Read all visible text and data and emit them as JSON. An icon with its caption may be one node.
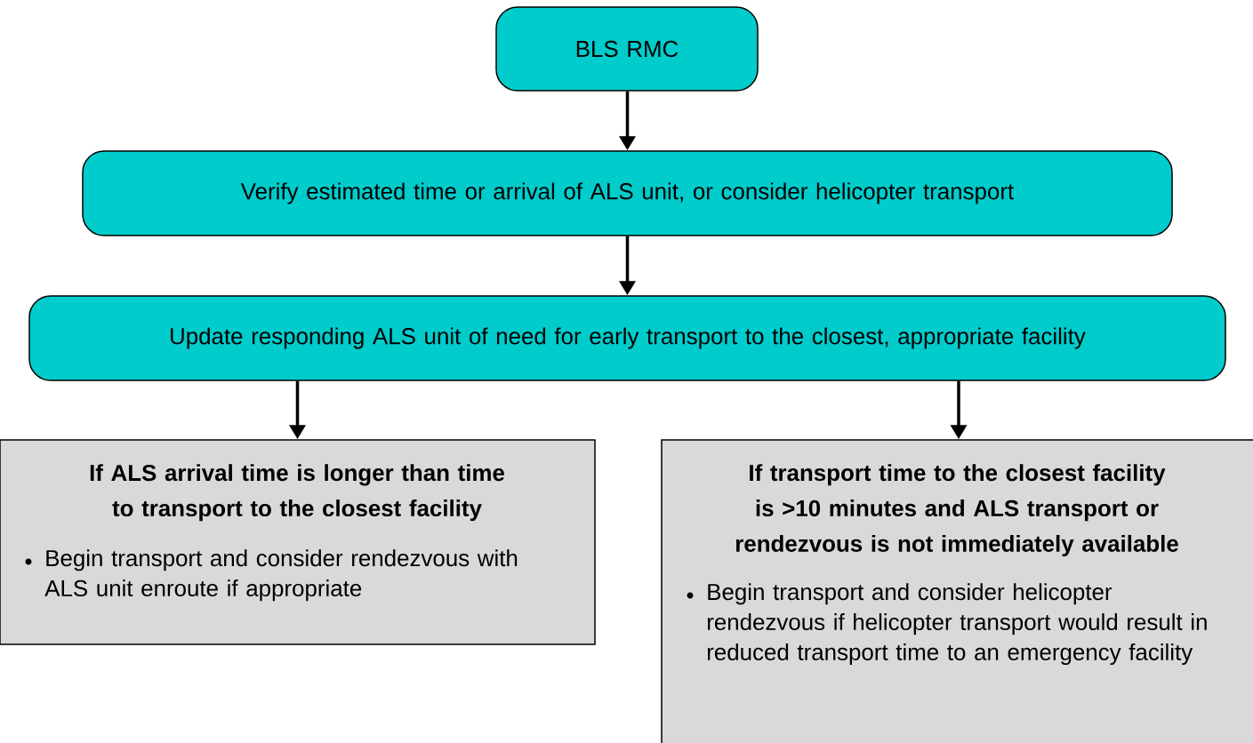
{
  "diagram": {
    "nodes": [
      {
        "text": [
          "BLS RMC"
        ]
      },
      {
        "text": [
          "Verify estimated time or arrival of ALS unit, or consider helicopter transport"
        ]
      },
      {
        "text": [
          "Update responding ALS unit of need for early transport to the closest, appropriate facility"
        ]
      },
      {
        "text": [
          "If ALS arrival time is longer than time to transport to the closest facility",
          "Begin transport and consider rendezvous with ALS unit enroute if appropriate"
        ]
      },
      {
        "text": [
          "If transport time to the closest facility is >10 minutes and ALS transport or rendezvous is not immediately available",
          "Begin transport and consider helicopter rendezvous if helicopter transport would result in reduced transport time to an emergency facility"
        ]
      }
    ],
    "edges": [
      {
        "from": 0,
        "to": 1,
        "arrow": "to"
      },
      {
        "from": 1,
        "to": 2,
        "arrow": "to"
      },
      {
        "from": 2,
        "to": 3,
        "arrow": "to"
      },
      {
        "from": 2,
        "to": 4,
        "arrow": "to"
      }
    ]
  }
}
